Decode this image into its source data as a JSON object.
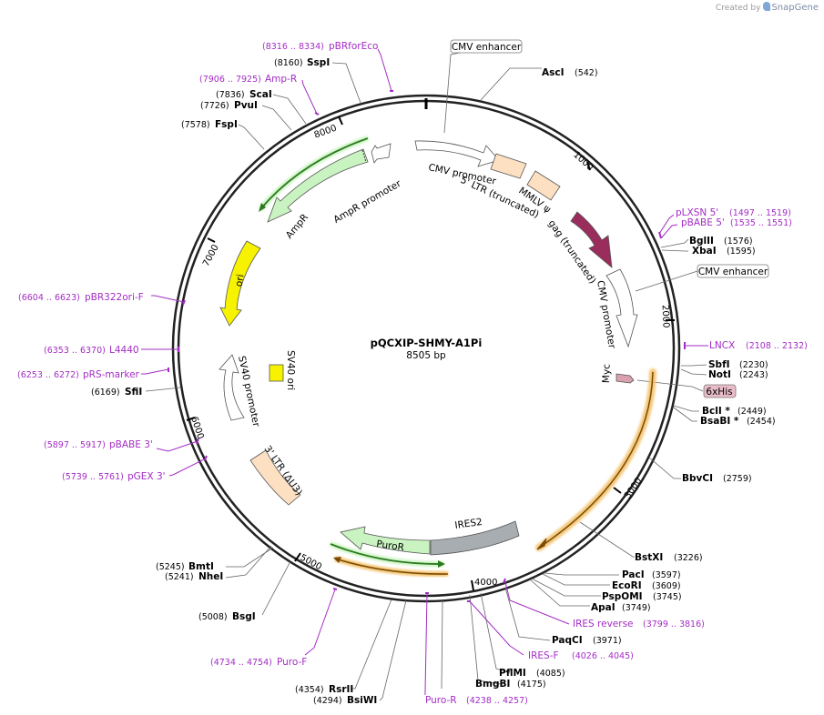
{
  "credit": {
    "prefix": "Created by",
    "brand": "SnapGene"
  },
  "plasmid": {
    "name": "pQCXIP-SHMY-A1Pi",
    "length_label": "8505 bp",
    "length": 8505
  },
  "ticks": [
    "1000",
    "2000",
    "3000",
    "4000",
    "5000",
    "6000",
    "7000",
    "8000"
  ],
  "features": [
    {
      "id": "cmv-enh-1",
      "label": "CMV enhancer",
      "boxed": true
    },
    {
      "id": "cmv-prom-1",
      "label": "CMV promoter",
      "color": "#ffffff"
    },
    {
      "id": "ltr5",
      "label": "5' LTR (truncated)",
      "color": "#fde0c2"
    },
    {
      "id": "mmlv",
      "label": "MMLV ψ",
      "color": "#fde0c2"
    },
    {
      "id": "gag",
      "label": "gag (truncated)",
      "color": "#9b2d5c"
    },
    {
      "id": "cmv-enh-2",
      "label": "CMV enhancer",
      "boxed": true
    },
    {
      "id": "cmv-prom-2",
      "label": "CMV promoter",
      "color": "#ffffff"
    },
    {
      "id": "myc",
      "label": "Myc",
      "color": "#d9a0b0"
    },
    {
      "id": "his",
      "label": "6xHis",
      "boxed": true,
      "fill": "#e8bcc9"
    },
    {
      "id": "ires2",
      "label": "IRES2",
      "color": "#a7adb0"
    },
    {
      "id": "puror",
      "label": "PuroR",
      "color": "#c9f3c0"
    },
    {
      "id": "ltr3",
      "label": "3' LTR (ΔU3)",
      "color": "#fde0c2"
    },
    {
      "id": "sv40p",
      "label": "SV40 promoter",
      "color": "#ffffff"
    },
    {
      "id": "sv40ori",
      "label": "SV40 ori",
      "color": "#f7f200"
    },
    {
      "id": "ori",
      "label": "ori",
      "color": "#f7f200"
    },
    {
      "id": "ampr",
      "label": "AmpR",
      "color": "#c9f3c0"
    },
    {
      "id": "amprp",
      "label": "AmpR promoter",
      "color": "#c9f3c0"
    }
  ],
  "sites": [
    {
      "name": "AscI",
      "pos": "(542)"
    },
    {
      "name": "BglII",
      "pos": "(1576)"
    },
    {
      "name": "XbaI",
      "pos": "(1595)"
    },
    {
      "name": "SbfI",
      "pos": "(2230)"
    },
    {
      "name": "NotI",
      "pos": "(2243)"
    },
    {
      "name": "BclI *",
      "pos": "(2449)"
    },
    {
      "name": "BsaBI *",
      "pos": "(2454)"
    },
    {
      "name": "BbvCI",
      "pos": "(2759)"
    },
    {
      "name": "BstXI",
      "pos": "(3226)"
    },
    {
      "name": "PacI",
      "pos": "(3597)"
    },
    {
      "name": "EcoRI",
      "pos": "(3609)"
    },
    {
      "name": "PspOMI",
      "pos": "(3745)"
    },
    {
      "name": "ApaI",
      "pos": "(3749)"
    },
    {
      "name": "PaqCI",
      "pos": "(3971)"
    },
    {
      "name": "PflMI",
      "pos": "(4085)"
    },
    {
      "name": "BmgBI",
      "pos": "(4175)"
    },
    {
      "name": "RsrII",
      "pos": "(4354)"
    },
    {
      "name": "BsiWI",
      "pos": "(4294)"
    },
    {
      "name": "BsgI",
      "pos": "(5008)"
    },
    {
      "name": "BmtI",
      "pos": "(5245)"
    },
    {
      "name": "NheI",
      "pos": "(5241)"
    },
    {
      "name": "SfiI",
      "pos": "(6169)"
    },
    {
      "name": "FspI",
      "pos": "(7578)"
    },
    {
      "name": "PvuI",
      "pos": "(7726)"
    },
    {
      "name": "ScaI",
      "pos": "(7836)"
    },
    {
      "name": "SspI",
      "pos": "(8160)"
    }
  ],
  "primers": [
    {
      "name": "pBRforEco",
      "pos": "(8316 .. 8334)"
    },
    {
      "name": "Amp-R",
      "pos": "(7906 .. 7925)"
    },
    {
      "name": "pLXSN 5'",
      "pos": "(1497 .. 1519)"
    },
    {
      "name": "pBABE 5'",
      "pos": "(1535 .. 1551)"
    },
    {
      "name": "LNCX",
      "pos": "(2108 .. 2132)"
    },
    {
      "name": "IRES reverse",
      "pos": "(3799 .. 3816)"
    },
    {
      "name": "IRES-F",
      "pos": "(4026 .. 4045)"
    },
    {
      "name": "Puro-R",
      "pos": "(4238 .. 4257)"
    },
    {
      "name": "Puro-F",
      "pos": "(4734 .. 4754)"
    },
    {
      "name": "pBABE 3'",
      "pos": "(5897 .. 5917)"
    },
    {
      "name": "pGEX 3'",
      "pos": "(5739 .. 5761)"
    },
    {
      "name": "pBR322ori-F",
      "pos": "(6604 .. 6623)"
    },
    {
      "name": "L4440",
      "pos": "(6353 .. 6370)"
    },
    {
      "name": "pRS-marker",
      "pos": "(6253 .. 6272)"
    }
  ]
}
